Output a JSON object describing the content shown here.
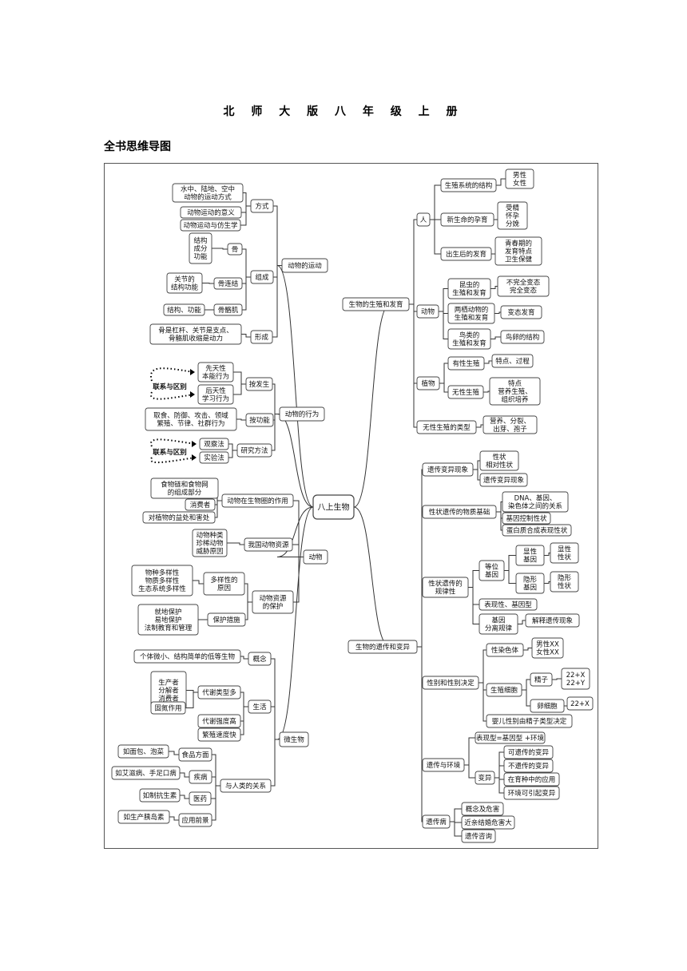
{
  "header": {
    "title": "北 师 大 版 八 年 级 上 册",
    "subtitle": "全书思维导图"
  },
  "mindmap": {
    "root": "八上生物",
    "nodes": {
      "n_a": "动物的运动",
      "n_a1": "方式",
      "n_a1a": "水中、陆地、空中\n动物的运动方式",
      "n_a1b": "动物运动的意义",
      "n_a1c": "动物运动与仿生学",
      "n_a2": "组成",
      "n_a2a": "骨",
      "n_a2a1": "结构\n成分\n功能",
      "n_a2b": "骨连结",
      "n_a2b1": "关节的\n结构功能",
      "n_a2c": "骨骼肌",
      "n_a2c1": "结构、功能",
      "n_a3": "形成",
      "n_a3a": "骨是杠杆、关节是支点、\n骨骼肌收缩是动力",
      "n_b": "动物的行为",
      "n_b1": "按发生",
      "n_b1a": "先天性\n本能行为",
      "n_b1b": "后天性\n学习行为",
      "n_b1r": "联系与区别",
      "n_b2": "按功能",
      "n_b2a": "取食、防御、攻击、领域\n繁殖、节律、社群行为",
      "n_b3": "研究方法",
      "n_b3a": "观察法",
      "n_b3b": "实验法",
      "n_b3r": "联系与区别",
      "n_c": "动物",
      "n_c1": "动物在生物圈的作用",
      "n_c1a": "食物链和食物网\n的组成部分",
      "n_c1b": "消费者",
      "n_c1c": "对植物的益处和害处",
      "n_c2": "我国动物资源",
      "n_c2a": "动物种类\n珍稀动物\n威胁原因",
      "n_c3": "动物资源\n的保护",
      "n_c3a": "多样性的\n原因",
      "n_c3a1": "物种多样性\n物质多样性\n生态系统多样性",
      "n_c3b": "保护措施",
      "n_c3b1": "就地保护\n易地保护\n法制教育和管理",
      "n_d": "微生物",
      "n_d1": "概念",
      "n_d1a": "个体微小、结构简单的低等生物",
      "n_d2": "生活",
      "n_d2a": "代谢类型多",
      "n_d2a1": "生产者\n分解者\n消费者",
      "n_d2a2": "固氮作用",
      "n_d2b": "代谢强度高",
      "n_d2c": "繁殖速度快",
      "n_d3": "与人类的关系",
      "n_d3a": "食品方面",
      "n_d3a1": "如面包、泡菜",
      "n_d3b": "疾病",
      "n_d3b1": "如艾滋病、手足口病",
      "n_d3c": "医药",
      "n_d3c1": "如制抗生素",
      "n_d3d": "应用前景",
      "n_d3d1": "如生产胰岛素",
      "n_e": "生物的生殖和发育",
      "n_e1": "人",
      "n_e1a": "生殖系统的结构",
      "n_e1a1": "男性\n女性",
      "n_e1b": "新生命的孕育",
      "n_e1b1": "受精\n怀孕\n分娩",
      "n_e1c": "出生后的发育",
      "n_e1c1": "青春期的\n发育特点\n卫生保健",
      "n_e2": "动物",
      "n_e2a": "昆虫的\n生殖和发育",
      "n_e2a1": "不完全变态\n完全变态",
      "n_e2b": "两栖动物的\n生殖和发育",
      "n_e2b1": "变态发育",
      "n_e2c": "鸟类的\n生殖和发育",
      "n_e2c1": "鸟卵的结构",
      "n_e3": "植物",
      "n_e3a": "有性生殖",
      "n_e3a1": "特点、过程",
      "n_e3b": "无性生殖",
      "n_e3b1": "特点\n营养生殖、\n组织培养",
      "n_e4": "无性生殖的类型",
      "n_e4a": "营养、分裂、\n出芽、孢子",
      "n_f": "生物的遗传和变异",
      "n_f1": "遗传变异现象",
      "n_f1a": "性状\n相对性状",
      "n_f1b": "遗传变异现象",
      "n_f2": "性状遗传的物质基础",
      "n_f2a": "DNA、基因、\n染色体之间的关系",
      "n_f2b": "基因控制性状",
      "n_f2c": "蛋白质合成表现性状",
      "n_f3": "性状遗传的\n规律性",
      "n_f3a": "等位\n基因",
      "n_f3a1": "显性\n基因",
      "n_f3a1x": "显性\n性状",
      "n_f3a2": "隐形\n基因",
      "n_f3a2x": "隐形\n性状",
      "n_f3b": "表现性、基因型",
      "n_f3c": "基因\n分离规律",
      "n_f3c1": "解释遗传现象",
      "n_f4": "性别和性别决定",
      "n_f4a": "性染色体",
      "n_f4a1": "男性XX\n女性XX",
      "n_f4b": "生殖细胞",
      "n_f4b1": "精子",
      "n_f4b1x": "22+X\n22+Y",
      "n_f4b2": "卵细胞",
      "n_f4b2x": "22+X",
      "n_f4c": "婴儿性别由精子类型决定",
      "n_f5": "遗传与环境",
      "n_f5a": "表现型=基因型 +环境",
      "n_f5b": "变异",
      "n_f5b1": "可遗传的变异",
      "n_f5b2": "不遗传的变异",
      "n_f5b3": "在育种中的应用",
      "n_f5b4": "环境可引起变异",
      "n_f6": "遗传病",
      "n_f6a": "概念及危害",
      "n_f6b": "近亲结婚危害大",
      "n_f6c": "遗传咨询"
    }
  }
}
